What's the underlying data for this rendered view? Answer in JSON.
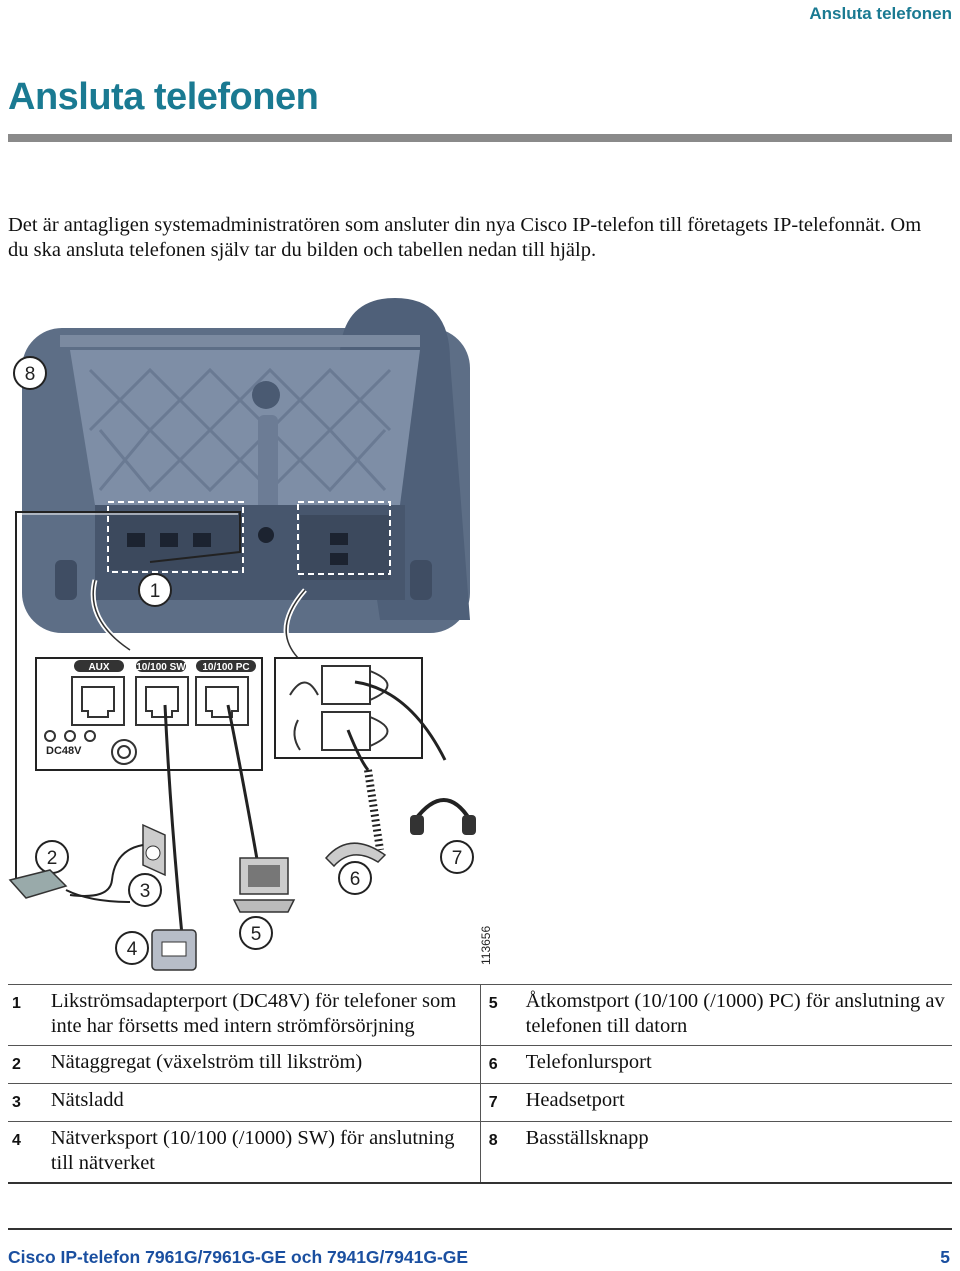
{
  "header": {
    "running_title": "Ansluta telefonen"
  },
  "page_title": "Ansluta telefonen",
  "intro": "Det är antagligen systemadministratören som ansluter din nya Cisco IP-telefon till företagets IP-telefonnät. Om du ska ansluta telefonen själv tar du bilden och tabellen nedan till hjälp.",
  "figure": {
    "callouts": [
      "8",
      "1",
      "2",
      "3",
      "4",
      "5",
      "6",
      "7"
    ],
    "port_labels": {
      "aux": "AUX",
      "sw": "10/100 SW",
      "pc": "10/100 PC",
      "dc": "DC48V"
    },
    "figure_id": "113656",
    "icons": [
      "phone-base-icon",
      "power-outlet-icon",
      "power-adapter-icon",
      "computer-icon",
      "network-switch-icon",
      "handset-icon",
      "headset-icon"
    ]
  },
  "parts_table": {
    "rows": [
      {
        "left_num": "1",
        "left_text": "Likströmsadapterport (DC48V) för telefoner som inte har försetts med intern strömförsörjning",
        "right_num": "5",
        "right_text": "Åtkomstport (10/100 (/1000) PC) för anslutning av telefonen till datorn"
      },
      {
        "left_num": "2",
        "left_text": "Nätaggregat (växelström till likström)",
        "right_num": "6",
        "right_text": "Telefonlursport"
      },
      {
        "left_num": "3",
        "left_text": "Nätsladd",
        "right_num": "7",
        "right_text": "Headsetport"
      },
      {
        "left_num": "4",
        "left_text": "Nätverksport (10/100 (/1000) SW) för anslutning till nätverket",
        "right_num": "8",
        "right_text": "Basställsknapp"
      }
    ]
  },
  "footer": {
    "doc_title": "Cisco IP-telefon 7961G/7961G-GE och 7941G/7941G-GE",
    "page_number": "5"
  }
}
